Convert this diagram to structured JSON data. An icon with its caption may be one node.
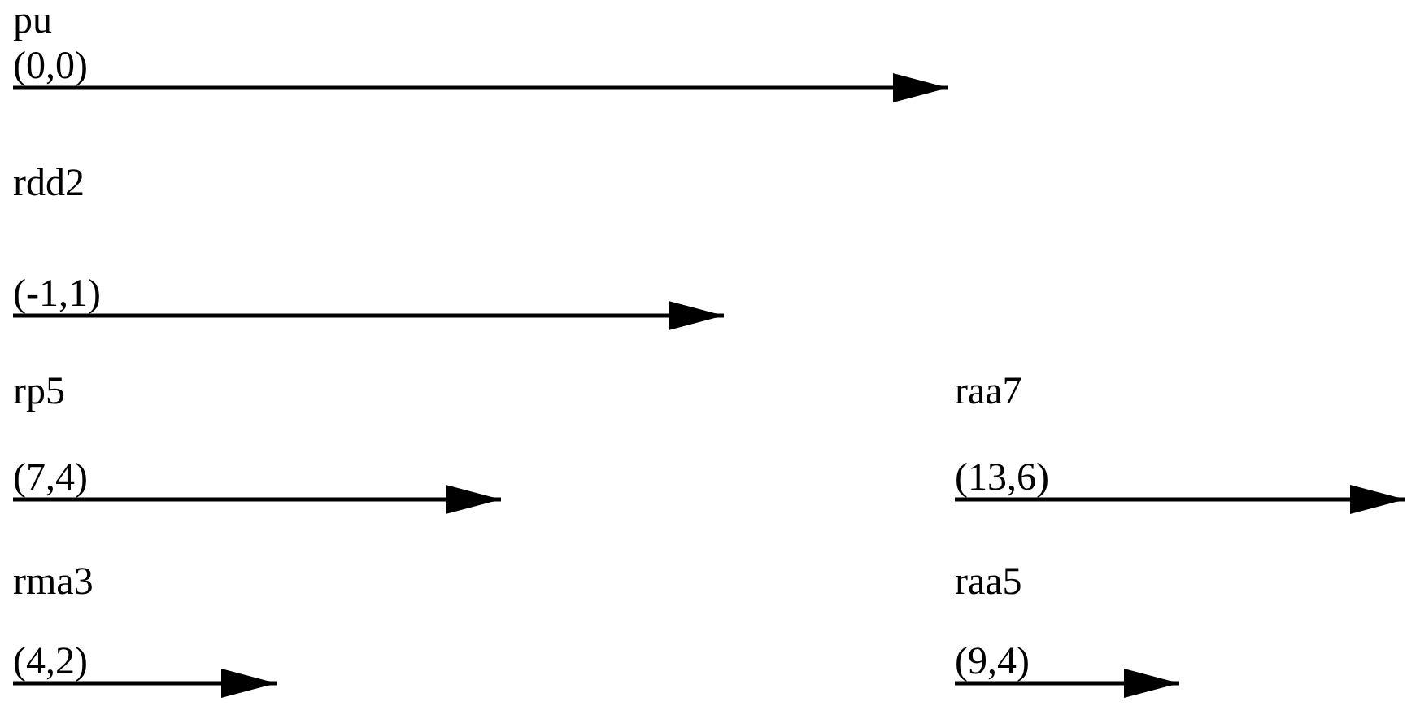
{
  "diagram": {
    "nodes": [
      {
        "text": [
          "pu",
          "(0,0)"
        ]
      },
      {
        "text": [
          "rdd2",
          "(-1,1)"
        ]
      },
      {
        "text": [
          "rp5",
          "(7,4)"
        ]
      },
      {
        "text": [
          "raa7",
          "(13,6)"
        ]
      },
      {
        "text": [
          "rma3",
          "(4,2)"
        ]
      },
      {
        "text": [
          "raa5",
          "(9,4)"
        ]
      }
    ],
    "edges": [
      {
        "from": 0,
        "to": null,
        "arrow": "to"
      },
      {
        "from": 1,
        "to": null,
        "arrow": "to"
      },
      {
        "from": 2,
        "to": null,
        "arrow": "to"
      },
      {
        "from": 3,
        "to": null,
        "arrow": "to"
      },
      {
        "from": 4,
        "to": null,
        "arrow": "to"
      },
      {
        "from": 5,
        "to": null,
        "arrow": "to"
      }
    ]
  }
}
